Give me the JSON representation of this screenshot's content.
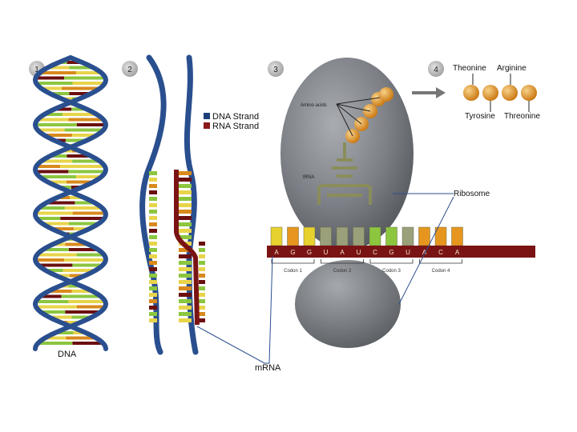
{
  "steps": {
    "s1": "1",
    "s2": "2",
    "s3": "3",
    "s4": "4"
  },
  "labels": {
    "dna": "DNA",
    "mrna": "mRNA",
    "ribosome": "Ribosome",
    "trna": "tRNA",
    "amino_acids": "Amino acids"
  },
  "legend": {
    "dna_strand": "DNA Strand",
    "rna_strand": "RNA Strand",
    "dna_color": "#1e3f7a",
    "rna_color": "#8a1a1a"
  },
  "mrna_bases": [
    "A",
    "G",
    "G",
    "U",
    "A",
    "U",
    "C",
    "G",
    "U",
    "A",
    "C",
    "A"
  ],
  "codons": [
    "Codon 1",
    "Codon 2",
    "Codon 3",
    "Codon 4"
  ],
  "amino_names": {
    "theonine": "Theonine",
    "arginine": "Arginine",
    "tyrosine": "Tyrosine",
    "threonine": "Threonine"
  },
  "colors": {
    "helix": "#2a4f8f",
    "rung_green": "#8cc63f",
    "rung_yellow": "#e8d44a",
    "rung_orange": "#d98a1c",
    "rung_maroon": "#6b0f0f",
    "ribosome": "#7f8287",
    "amino": "#e6961e"
  }
}
